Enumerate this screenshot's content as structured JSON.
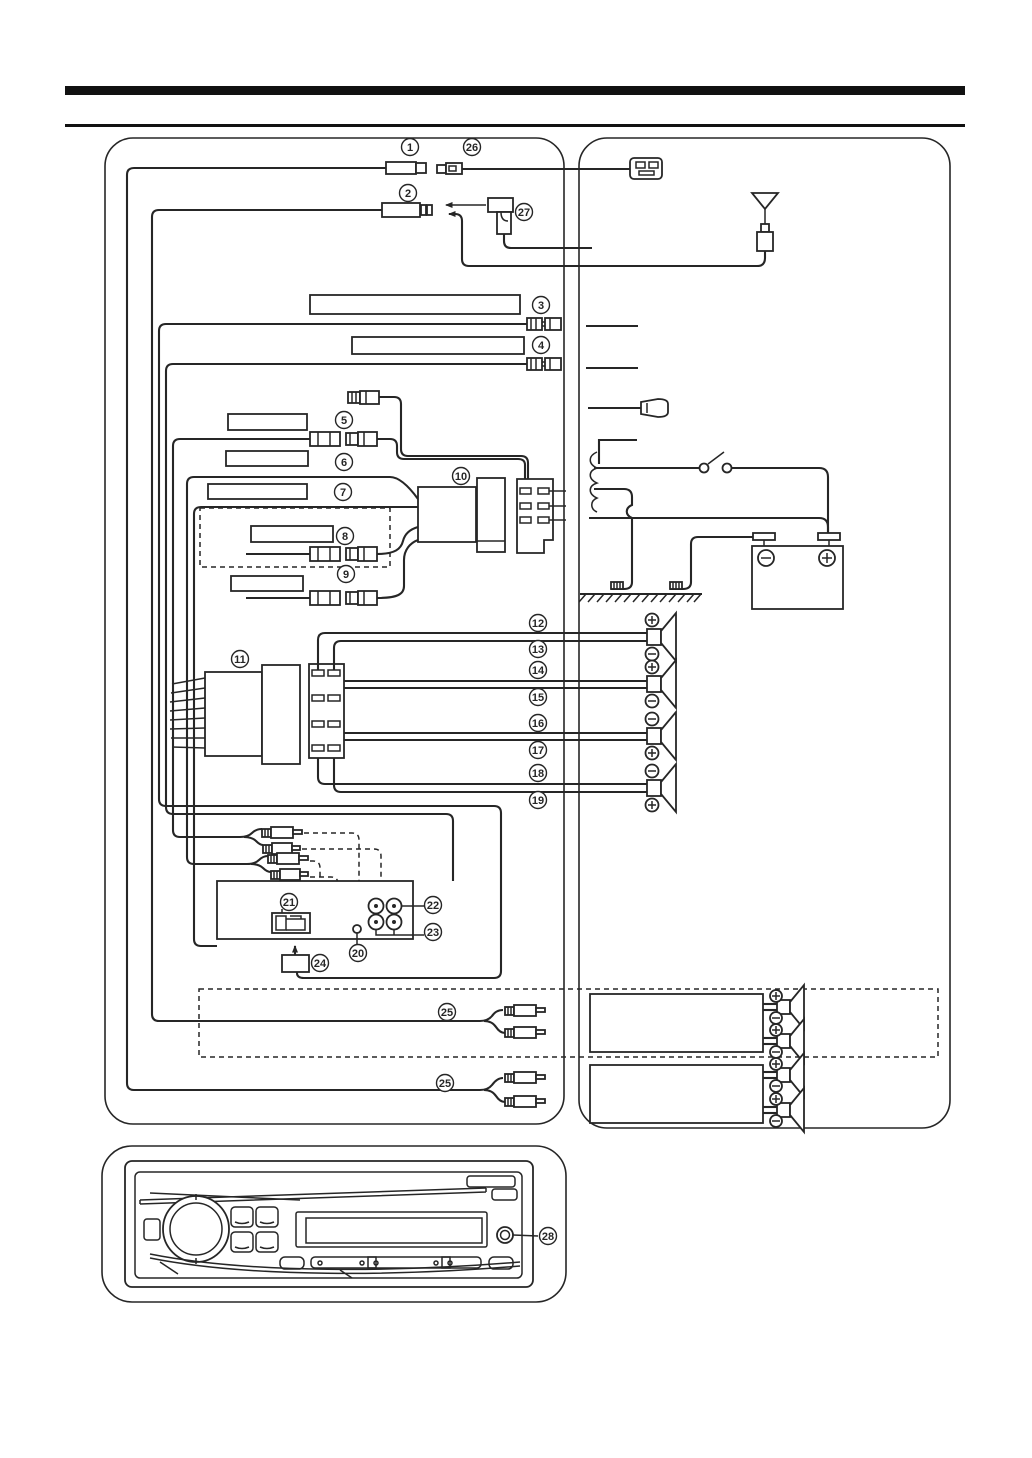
{
  "document": {
    "kind": "car-stereo-wiring-installation-diagram",
    "page_text": ""
  },
  "colors": {
    "ink": "#262626",
    "paper": "#ffffff"
  },
  "callouts": {
    "c1": "1",
    "c2": "2",
    "c3": "3",
    "c4": "4",
    "c5": "5",
    "c6": "6",
    "c7": "7",
    "c8": "8",
    "c9": "9",
    "c10": "10",
    "c11": "11",
    "c12": "12",
    "c13": "13",
    "c14": "14",
    "c15": "15",
    "c16": "16",
    "c17": "17",
    "c18": "18",
    "c19": "19",
    "c20": "20",
    "c21": "21",
    "c22": "22",
    "c23": "23",
    "c24": "24",
    "c25": "25",
    "c26": "26",
    "c27": "27",
    "c28": "28"
  },
  "symbols": {
    "positive": "+",
    "negative": "−"
  }
}
